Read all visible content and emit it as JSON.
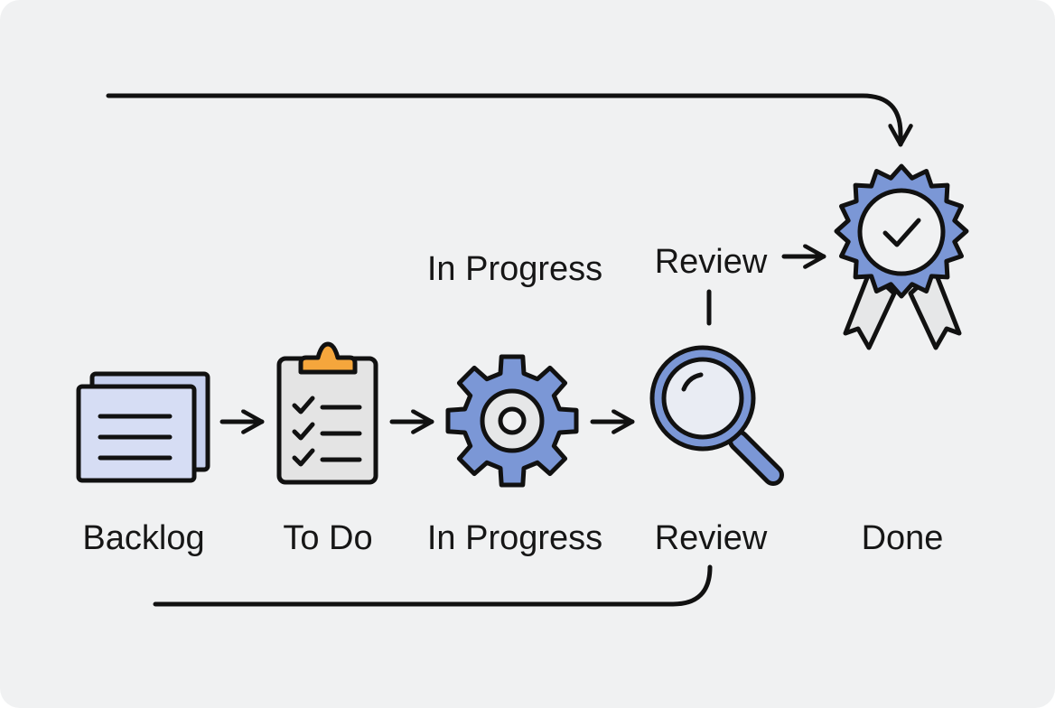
{
  "stages": [
    {
      "id": "backlog",
      "label": "Backlog",
      "icon": "cards-stack-icon"
    },
    {
      "id": "todo",
      "label": "To Do",
      "icon": "clipboard-checklist-icon"
    },
    {
      "id": "in_progress",
      "label": "In Progress",
      "icon": "gear-icon"
    },
    {
      "id": "review",
      "label": "Review",
      "icon": "magnifier-icon"
    },
    {
      "id": "done",
      "label": "Done",
      "icon": "award-ribbon-icon"
    }
  ],
  "upper_labels": {
    "in_progress": "In Progress",
    "review": "Review"
  },
  "colors": {
    "accent_blue": "#7b97d6",
    "light_blue": "#c6d0ee",
    "clip_orange": "#f5a63c",
    "ribbon_gray": "#e6e7e8",
    "clipboard_fill": "#e4e4e4",
    "background": "#f0f1f2",
    "ink": "#111111"
  }
}
